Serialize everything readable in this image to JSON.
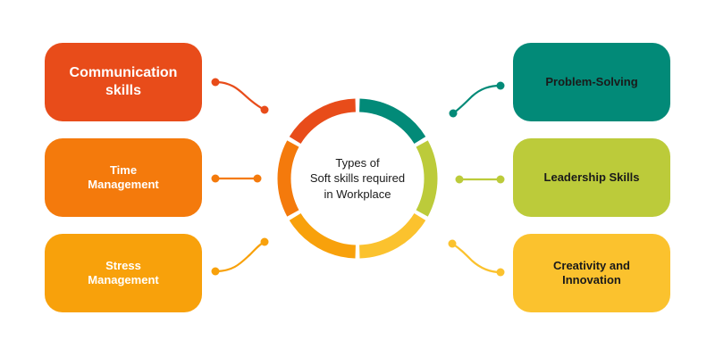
{
  "center": {
    "line1": "Types of",
    "line2": "Soft skills required",
    "line3": "in Workplace"
  },
  "left_items": [
    {
      "label": "Communication\nskills",
      "color": "#E84C1A"
    },
    {
      "label": "Time\nManagement",
      "color": "#F47A0C"
    },
    {
      "label": "Stress\nManagement",
      "color": "#F8A10B"
    }
  ],
  "right_items": [
    {
      "label": "Problem-Solving",
      "color": "#028A78"
    },
    {
      "label": "Leadership Skills",
      "color": "#BCCB3A"
    },
    {
      "label": "Creativity and\nInnovation",
      "color": "#FBC22E"
    }
  ],
  "ring_colors": [
    "#028A78",
    "#BCCB3A",
    "#FBC22E",
    "#F8A10B",
    "#F47A0C",
    "#E84C1A"
  ]
}
